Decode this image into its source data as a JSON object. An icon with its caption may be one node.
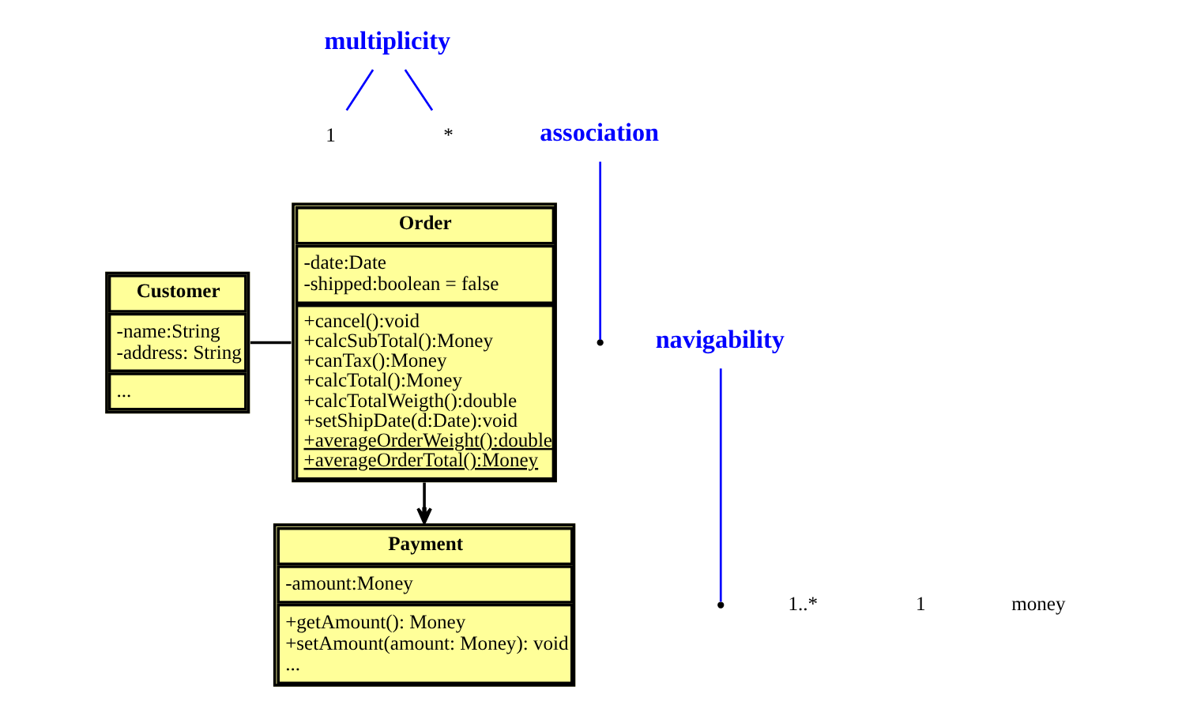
{
  "diagram": {
    "nodes": [
      {
        "text": [
          "Customer",
          "-name:String",
          "-address: String",
          "..."
        ]
      },
      {
        "text": [
          "Order",
          "-date:Date",
          "-shipped:boolean = false",
          "+cancel():void",
          "+calcSubTotal():Money",
          "+canTax():Money",
          "+calcTotal():Money",
          "+calcTotalWeigth():double",
          "+setShipDate(d:Date):void",
          "+averageOrderWeight():double",
          "+averageOrderTotal():Money"
        ]
      },
      {
        "text": [
          "Payment",
          "-amount:Money",
          "+getAmount(): Money",
          "+setAmount(amount: Money): void",
          "..."
        ]
      },
      {
        "text": [
          "multiplicity"
        ]
      },
      {
        "text": [
          "1"
        ]
      },
      {
        "text": [
          "*"
        ]
      },
      {
        "text": [
          "association"
        ]
      },
      {
        "text": [
          "navigability"
        ]
      }
    ],
    "edges": [
      {
        "from": 0,
        "to": 1,
        "arrow": "none",
        "color": "#000000"
      },
      {
        "from": 1,
        "to": 2,
        "arrow": "to",
        "color": "#000000"
      },
      {
        "from": 3,
        "to": 4,
        "arrow": "none",
        "color": "#0000ff"
      },
      {
        "from": 3,
        "to": 5,
        "arrow": "none",
        "color": "#0000ff"
      },
      {
        "from": 6,
        "to": null,
        "arrow": "none",
        "color": "#0000ff"
      },
      {
        "from": 7,
        "to": null,
        "arrow": "none",
        "color": "#0000ff"
      }
    ],
    "labels": [
      "1..*",
      "1",
      "money"
    ]
  }
}
